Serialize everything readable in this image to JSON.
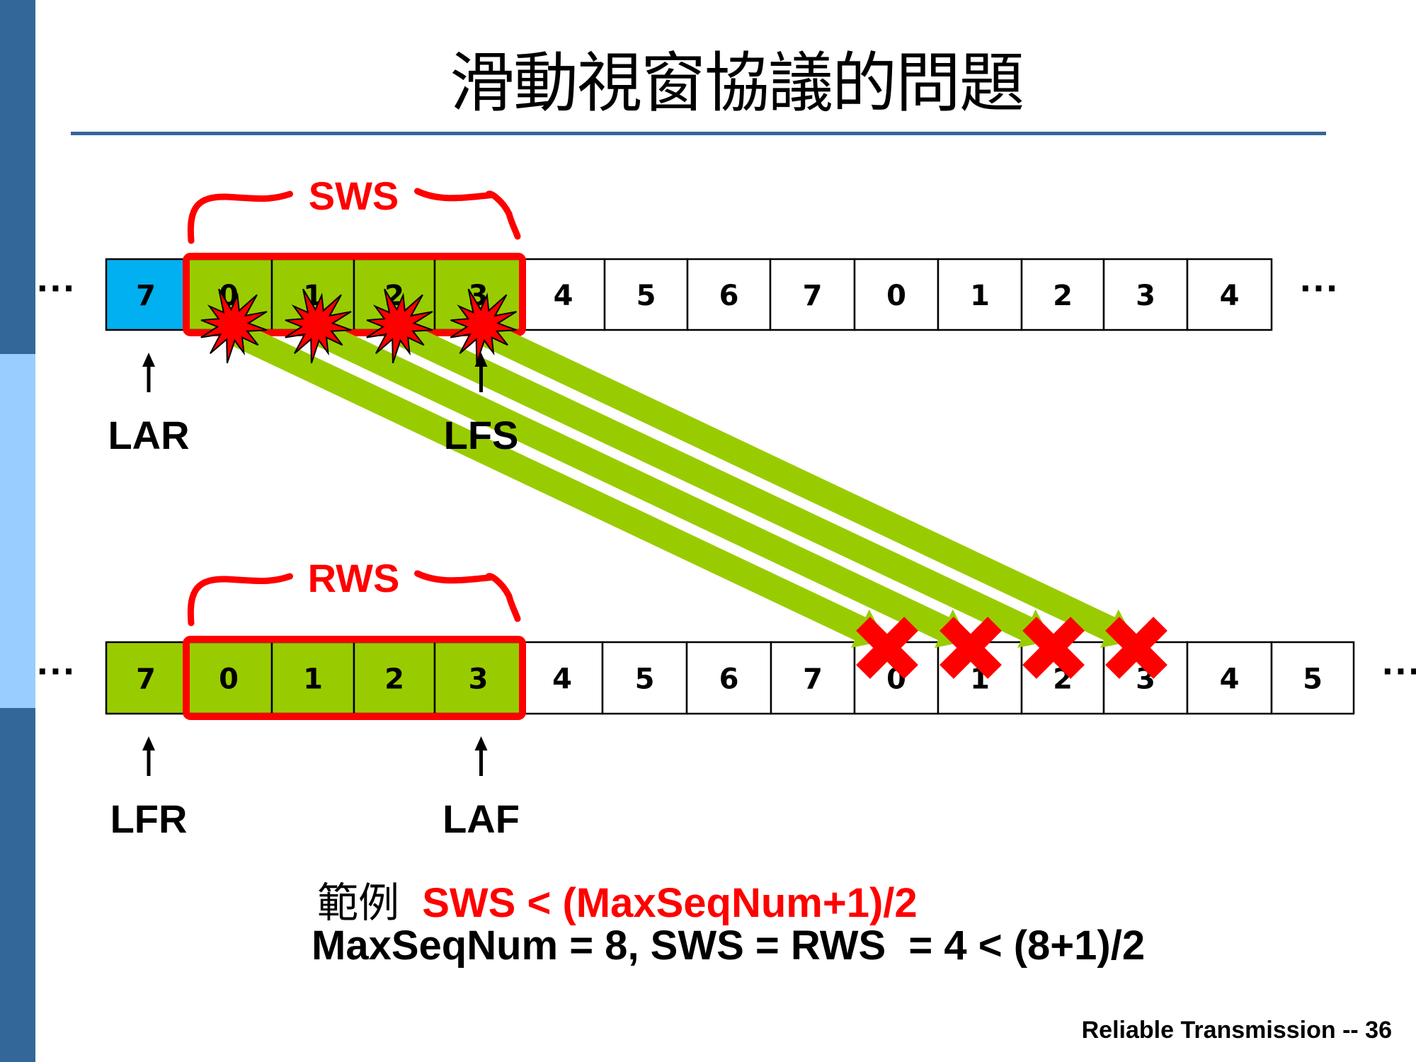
{
  "slide": {
    "title": "滑動視窗協議的問題",
    "footer": "Reliable Transmission -- 36"
  },
  "colors": {
    "sidebar_dark": "#336699",
    "sidebar_light": "#99CCFF",
    "acked_cell": "#00B0F0",
    "window_cell": "#99CC00",
    "window_border": "#FF0000",
    "transmission_band": "#99CC00",
    "loss_marker": "#FF0000"
  },
  "sender": {
    "ellipsis_left": "···",
    "ellipsis_right": "···",
    "window_label": "SWS",
    "cells": [
      {
        "seq": "7",
        "state": "acked"
      },
      {
        "seq": "0",
        "state": "window"
      },
      {
        "seq": "1",
        "state": "window"
      },
      {
        "seq": "2",
        "state": "window"
      },
      {
        "seq": "3",
        "state": "window"
      },
      {
        "seq": "4",
        "state": "empty"
      },
      {
        "seq": "5",
        "state": "empty"
      },
      {
        "seq": "6",
        "state": "empty"
      },
      {
        "seq": "7",
        "state": "empty"
      },
      {
        "seq": "0",
        "state": "empty"
      },
      {
        "seq": "1",
        "state": "empty"
      },
      {
        "seq": "2",
        "state": "empty"
      },
      {
        "seq": "3",
        "state": "empty"
      },
      {
        "seq": "4",
        "state": "empty"
      }
    ],
    "pointers": [
      {
        "label": "LAR",
        "cell_index": 0
      },
      {
        "label": "LFS",
        "cell_index": 4
      }
    ]
  },
  "receiver": {
    "ellipsis_left": "···",
    "ellipsis_right": "···",
    "window_label": "RWS",
    "cells": [
      {
        "seq": "7",
        "state": "received"
      },
      {
        "seq": "0",
        "state": "window"
      },
      {
        "seq": "1",
        "state": "window"
      },
      {
        "seq": "2",
        "state": "window"
      },
      {
        "seq": "3",
        "state": "window"
      },
      {
        "seq": "4",
        "state": "empty"
      },
      {
        "seq": "5",
        "state": "empty"
      },
      {
        "seq": "6",
        "state": "empty"
      },
      {
        "seq": "7",
        "state": "empty"
      },
      {
        "seq": "0",
        "state": "empty"
      },
      {
        "seq": "1",
        "state": "empty"
      },
      {
        "seq": "2",
        "state": "empty"
      },
      {
        "seq": "3",
        "state": "empty"
      },
      {
        "seq": "4",
        "state": "empty"
      },
      {
        "seq": "5",
        "state": "empty"
      }
    ],
    "pointers": [
      {
        "label": "LFR",
        "cell_index": 0
      },
      {
        "label": "LAF",
        "cell_index": 4
      }
    ]
  },
  "transmissions": [
    {
      "from_sender_cell": 1,
      "to_receiver_cell": 9,
      "lost_at_sender": true,
      "rejected": true
    },
    {
      "from_sender_cell": 2,
      "to_receiver_cell": 10,
      "lost_at_sender": true,
      "rejected": true
    },
    {
      "from_sender_cell": 3,
      "to_receiver_cell": 11,
      "lost_at_sender": true,
      "rejected": true
    },
    {
      "from_sender_cell": 4,
      "to_receiver_cell": 12,
      "lost_at_sender": true,
      "rejected": true
    }
  ],
  "formula": {
    "prefix": "範例",
    "rule": "SWS < (MaxSeqNum+1)/2",
    "example": "MaxSeqNum = 8, SWS = RWS  = 4 < (8+1)/2"
  }
}
